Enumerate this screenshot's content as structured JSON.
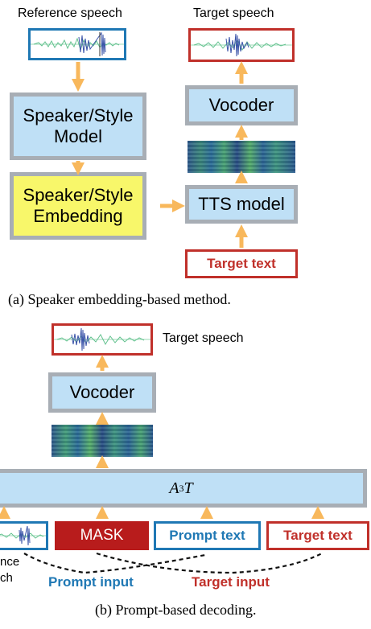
{
  "panel_a": {
    "reference_label": "Reference speech",
    "target_label": "Target speech",
    "speaker_model": [
      "Speaker/Style",
      "Model"
    ],
    "speaker_embedding": [
      "Speaker/Style",
      "Embedding"
    ],
    "vocoder": "Vocoder",
    "tts_model": "TTS model",
    "target_text": "Target text",
    "caption": "(a) Speaker embedding-based method."
  },
  "panel_b": {
    "target_label": "Target speech",
    "vocoder": "Vocoder",
    "model_base": "A",
    "model_sup": "3",
    "model_tail": "T",
    "mask": "MASK",
    "prompt_text": "Prompt text",
    "target_text": "Target text",
    "reference_label_line1": "nce",
    "reference_label_line2": "ch",
    "prompt_input": "Prompt input",
    "target_input": "Target input",
    "caption": "(b) Prompt-based decoding."
  },
  "colors": {
    "arrow": "#f8b85c",
    "block_fill": "#bfe0f6",
    "block_border": "#a8aeb5",
    "yellow": "#f8f76a",
    "red": "#c0302a",
    "blue": "#1f78b4",
    "mask_fill": "#b81c1c"
  }
}
